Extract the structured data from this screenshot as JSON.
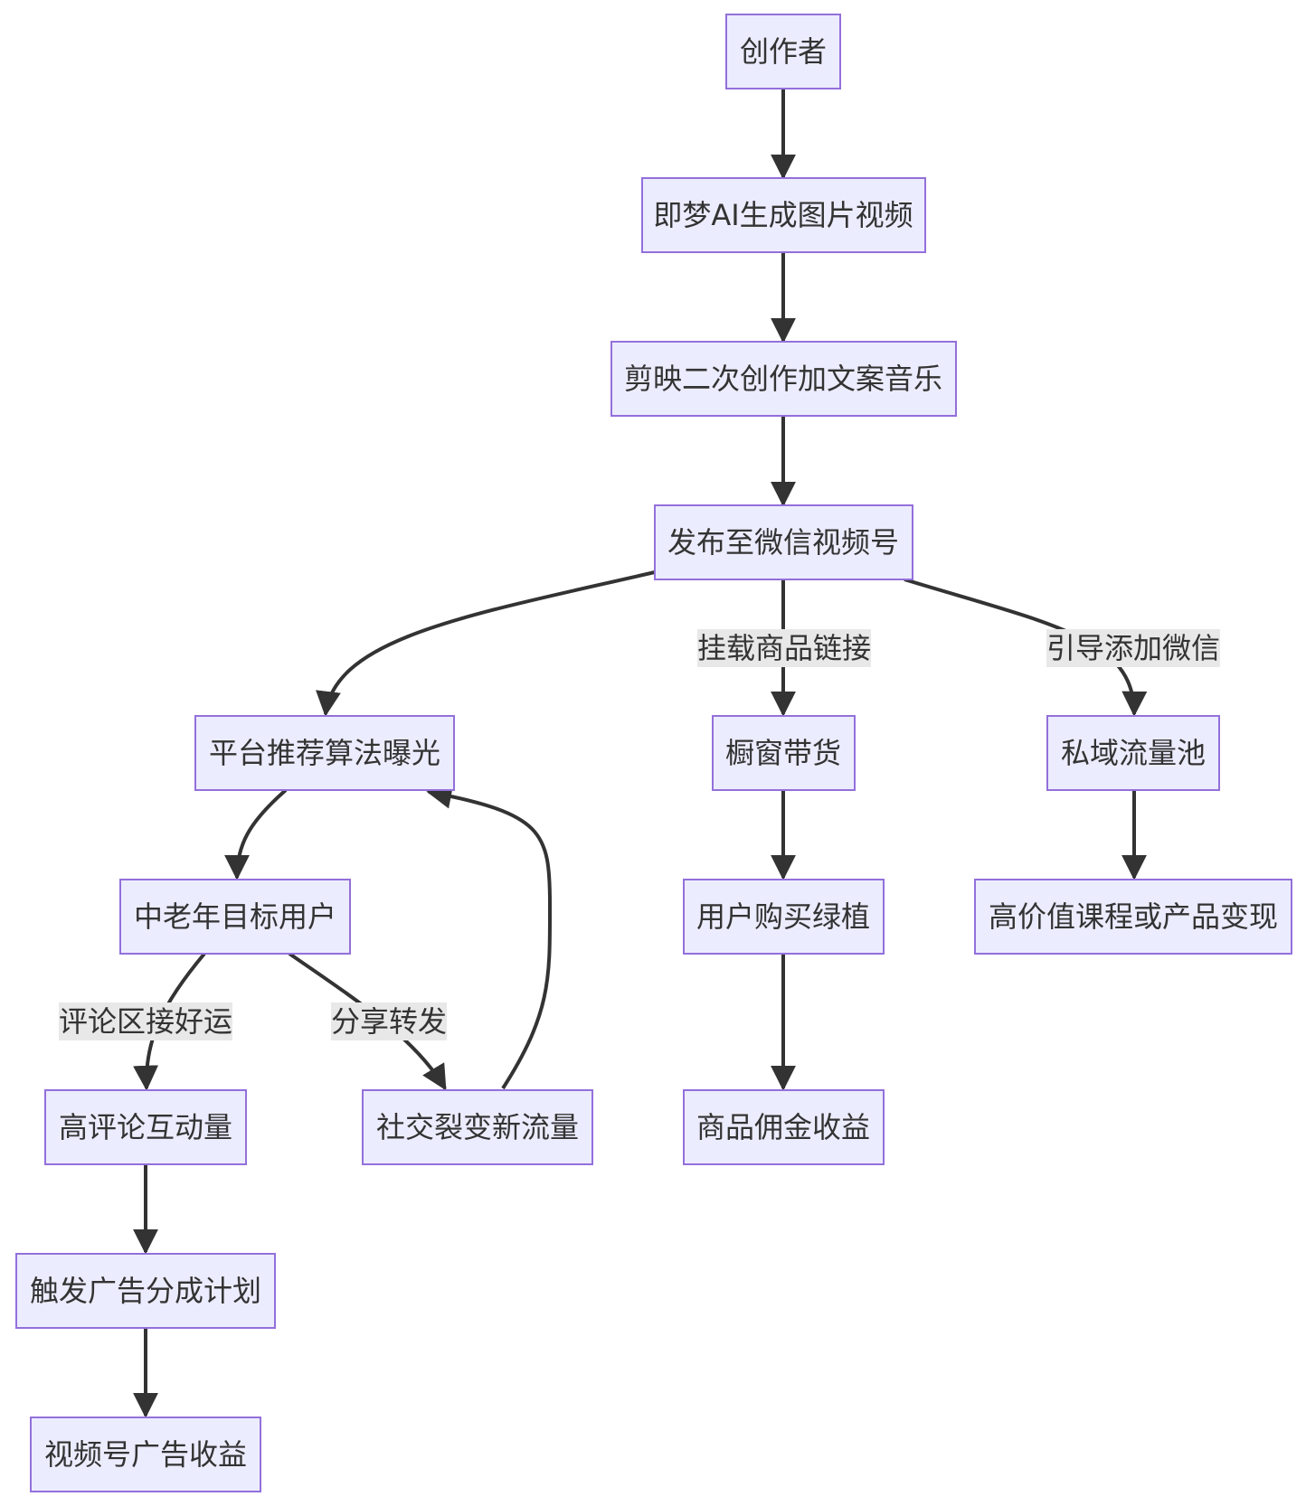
{
  "nodes": {
    "creator": "创作者",
    "jimeng": "即梦AI生成图片视频",
    "jianying": "剪映二次创作加文案音乐",
    "publish": "发布至微信视频号",
    "algo": "平台推荐算法曝光",
    "showcase": "橱窗带货",
    "private_pool": "私域流量池",
    "target_users": "中老年目标用户",
    "buy_plants": "用户购买绿植",
    "monetize": "高价值课程或产品变现",
    "high_comment": "高评论互动量",
    "social_fission": "社交裂变新流量",
    "commission": "商品佣金收益",
    "ad_plan": "触发广告分成计划",
    "ad_revenue": "视频号广告收益"
  },
  "edge_labels": {
    "mount_link": "挂载商品链接",
    "guide_wechat": "引导添加微信",
    "comment_luck": "评论区接好运",
    "share_forward": "分享转发"
  },
  "colors": {
    "node_fill": "#ECECFF",
    "node_stroke": "#9370DB",
    "edge": "#333333",
    "label_bg": "#e8e8e8",
    "text": "#333333"
  }
}
